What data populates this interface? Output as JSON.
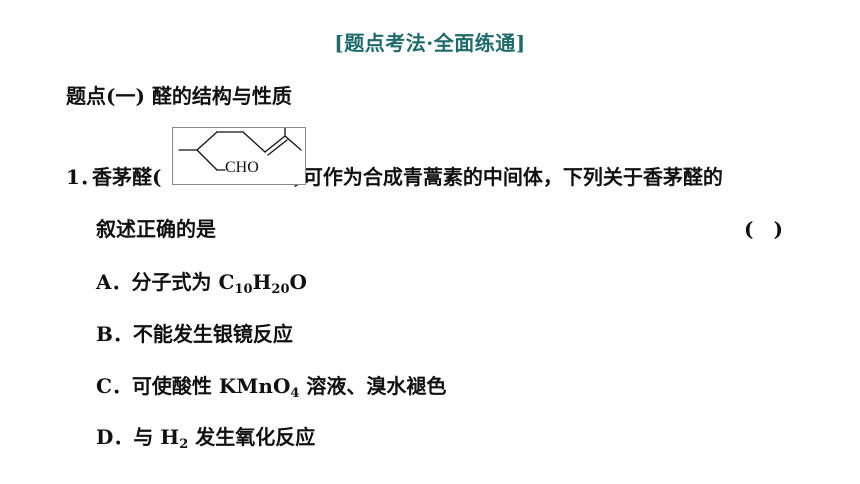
{
  "header": {
    "title": "[题点考法·全面练通]"
  },
  "section": {
    "title": "题点(一)  醛的结构与性质"
  },
  "question1": {
    "number": "1．",
    "prefix": "香茅醛(",
    "structure_label": "CHO",
    "suffix": ")可作为合成青蒿素的中间体，下列关于香茅醛的",
    "continuation": "叙述正确的是",
    "answer_bracket": "(　)",
    "options": {
      "a": {
        "letter": "A．",
        "text_before": "分子式为 C",
        "sub1": "10",
        "mid1": "H",
        "sub2": "20",
        "text_after": "O"
      },
      "b": {
        "letter": "B．",
        "text": "不能发生银镜反应"
      },
      "c": {
        "letter": "C．",
        "text_before": "可使酸性 KMnO",
        "sub": "4",
        "text_after": " 溶液、溴水褪色"
      },
      "d": {
        "letter": "D．",
        "text_before": "与 H",
        "sub": "2",
        "text_after": " 发生氧化反应"
      }
    }
  },
  "colors": {
    "header": "#1f6b6b",
    "text": "#111111",
    "structure_border": "#8a8a8a"
  }
}
